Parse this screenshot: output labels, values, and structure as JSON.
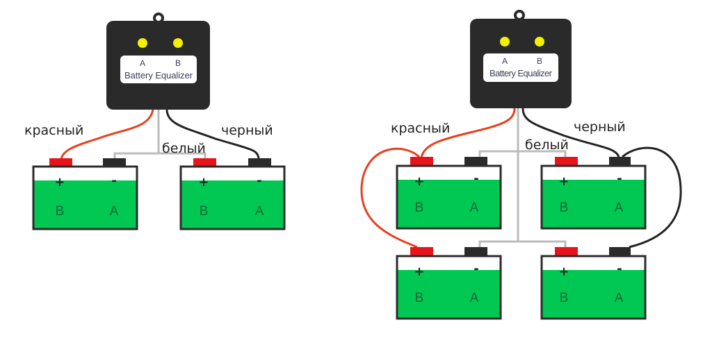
{
  "device": {
    "label_a": "A",
    "label_b": "B",
    "title": "Battery Equalizer"
  },
  "wires": {
    "red": "красный",
    "white": "белый",
    "black": "черный"
  },
  "battery": {
    "plus": "+",
    "minus": "-",
    "left_label": "B",
    "right_label": "A"
  },
  "colors": {
    "red": "#e8401c",
    "terminal_red": "#e8141c",
    "black": "#222222",
    "white_wire": "#bbbbbb",
    "green": "#00c853",
    "led": "#f4f000",
    "device": "#2a2a2a"
  }
}
